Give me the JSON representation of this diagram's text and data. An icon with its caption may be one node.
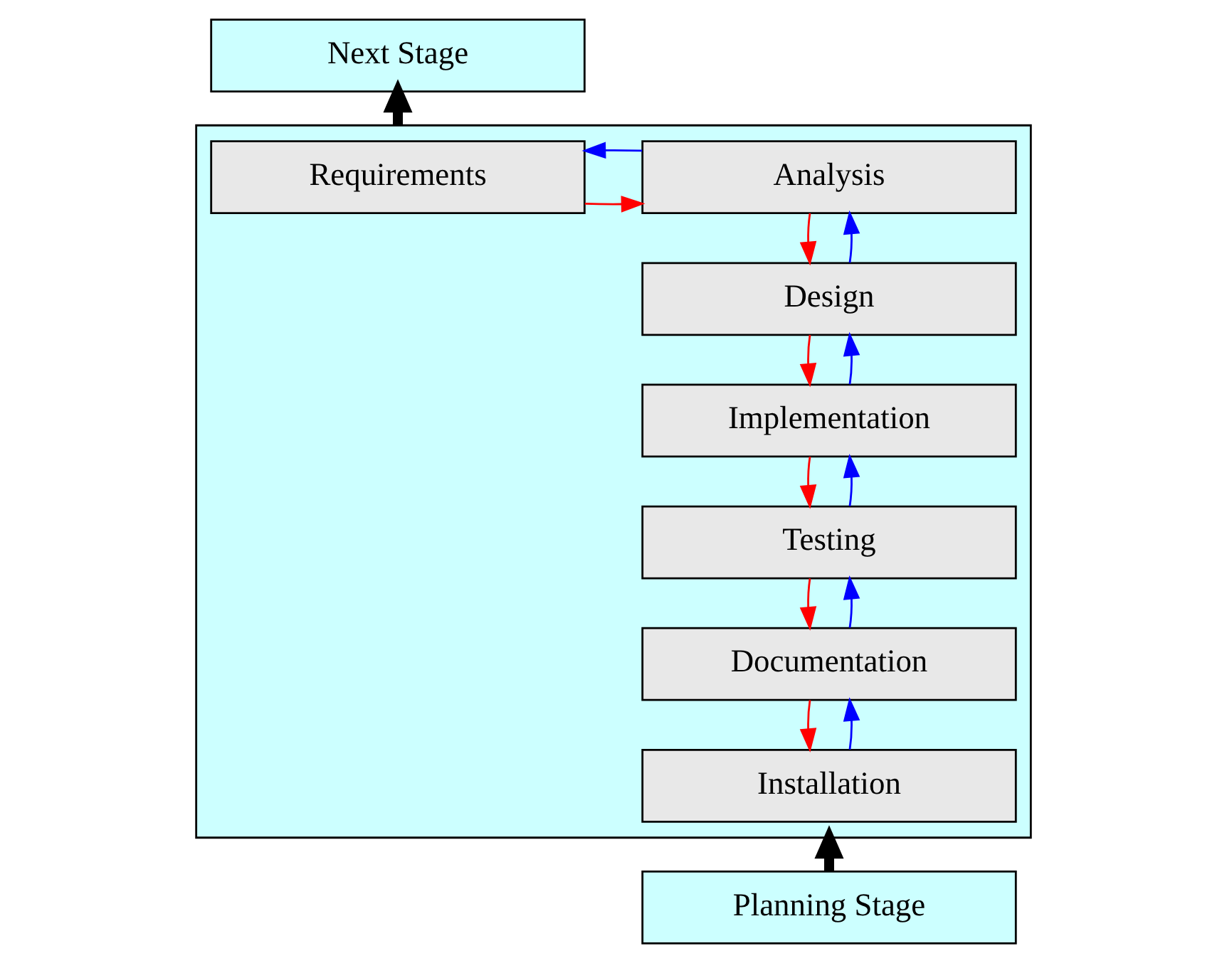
{
  "diagram": {
    "nodes": [
      {
        "text": [
          "Next Stage"
        ]
      },
      {
        "text": [],
        "shape": "box"
      },
      {
        "text": [
          "Requirements"
        ],
        "in": 1
      },
      {
        "text": [
          "Analysis"
        ],
        "in": 1
      },
      {
        "text": [
          "Design"
        ],
        "in": 1
      },
      {
        "text": [
          "Implementation"
        ],
        "in": 1
      },
      {
        "text": [
          "Testing"
        ],
        "in": 1
      },
      {
        "text": [
          "Documentation"
        ],
        "in": 1
      },
      {
        "text": [
          "Installation"
        ],
        "in": 1
      },
      {
        "text": [
          "Planning Stage"
        ]
      }
    ],
    "edges": [
      {
        "from": 2,
        "to": 3,
        "arrow": "to",
        "color": "#ff0000"
      },
      {
        "from": 3,
        "to": 4,
        "arrow": "to",
        "color": "#ff0000"
      },
      {
        "from": 4,
        "to": 5,
        "arrow": "to",
        "color": "#ff0000"
      },
      {
        "from": 5,
        "to": 6,
        "arrow": "to",
        "color": "#ff0000"
      },
      {
        "from": 6,
        "to": 7,
        "arrow": "to",
        "color": "#ff0000"
      },
      {
        "from": 7,
        "to": 8,
        "arrow": "to",
        "color": "#ff0000"
      },
      {
        "from": 3,
        "to": 2,
        "arrow": "to",
        "color": "#0000ff"
      },
      {
        "from": 4,
        "to": 3,
        "arrow": "to",
        "color": "#0000ff"
      },
      {
        "from": 5,
        "to": 4,
        "arrow": "to",
        "color": "#0000ff"
      },
      {
        "from": 6,
        "to": 5,
        "arrow": "to",
        "color": "#0000ff"
      },
      {
        "from": 7,
        "to": 6,
        "arrow": "to",
        "color": "#0000ff"
      },
      {
        "from": 8,
        "to": 7,
        "arrow": "to",
        "color": "#0000ff"
      },
      {
        "from": 9,
        "to": 1,
        "arrow": "to",
        "style": "thick",
        "color": "#000000"
      },
      {
        "from": 1,
        "to": 0,
        "arrow": "to",
        "style": "thick",
        "color": "#000000"
      }
    ]
  }
}
